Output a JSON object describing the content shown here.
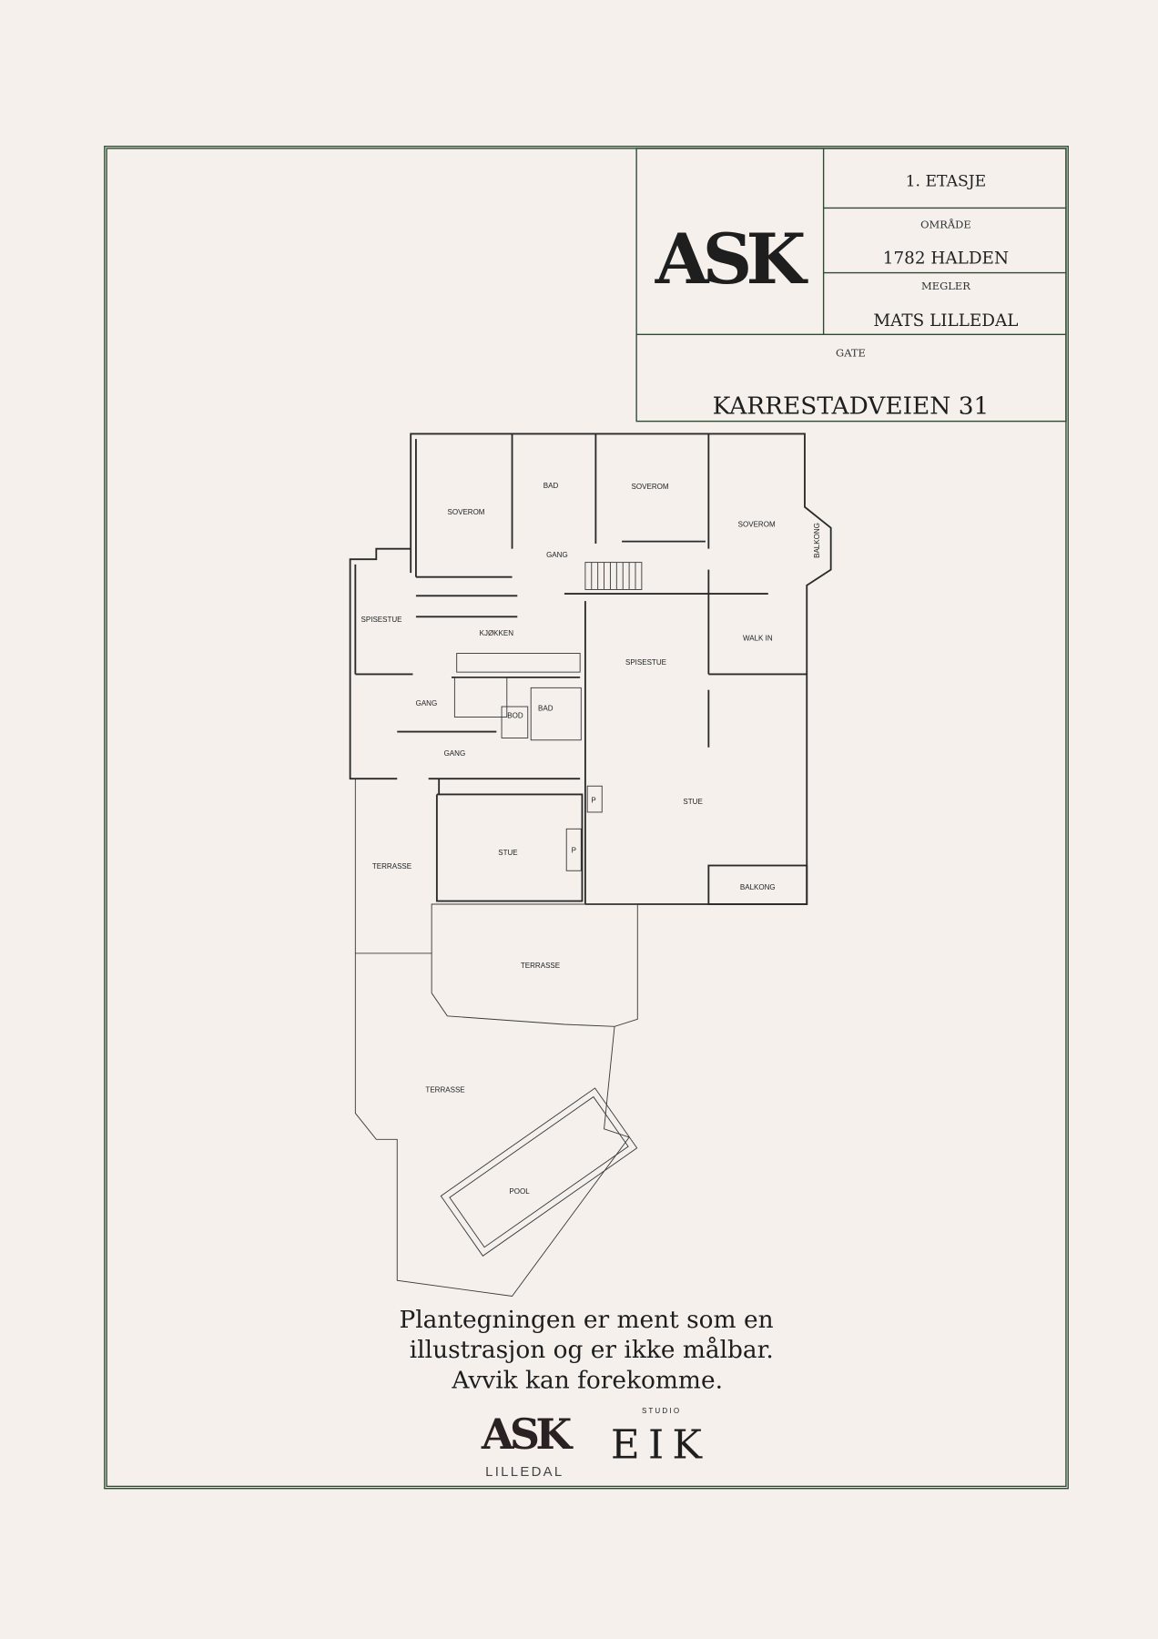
{
  "title_block": {
    "floor": "1. ETASJE",
    "area_label": "OMRÅDE",
    "area_value": "1782 HALDEN",
    "broker_label": "MEGLER",
    "broker_value": "MATS LILLEDAL",
    "street_label": "GATE",
    "street_value": "KARRESTADVEIEN 31",
    "logo": "ASK"
  },
  "rooms": {
    "soverom_1": "SOVEROM",
    "bad_1": "BAD",
    "soverom_2": "SOVEROM",
    "soverom_3": "SOVEROM",
    "balkong_1": "BALKONG",
    "gang_1": "GANG",
    "spisestue_1": "SPISESTUE",
    "kjokken": "KJØKKEN",
    "spisestue_2": "SPISESTUE",
    "walk_in": "WALK IN",
    "gang_2": "GANG",
    "bod": "BOD",
    "bad_2": "BAD",
    "gang_3": "GANG",
    "stue_1": "STUE",
    "stue_2": "STUE",
    "terrasse_1": "TERRASSE",
    "balkong_2": "BALKONG",
    "terrasse_2": "TERRASSE",
    "terrasse_3": "TERRASSE",
    "pool": "POOL",
    "p1": "P",
    "p2": "P"
  },
  "disclaimer": {
    "line1": "Plantegningen er ment som en",
    "line2": "illustrasjon og er ikke målbar.",
    "line3": "Avvik kan forekomme."
  },
  "footer_logos": {
    "ask": "ASK",
    "ask_sub": "LILLEDAL",
    "studio": "S T U D I O",
    "eik": "EIK"
  },
  "colors": {
    "background": "#f5f0ec",
    "frame": "#2f4a33",
    "ink": "#1e1e1e"
  }
}
